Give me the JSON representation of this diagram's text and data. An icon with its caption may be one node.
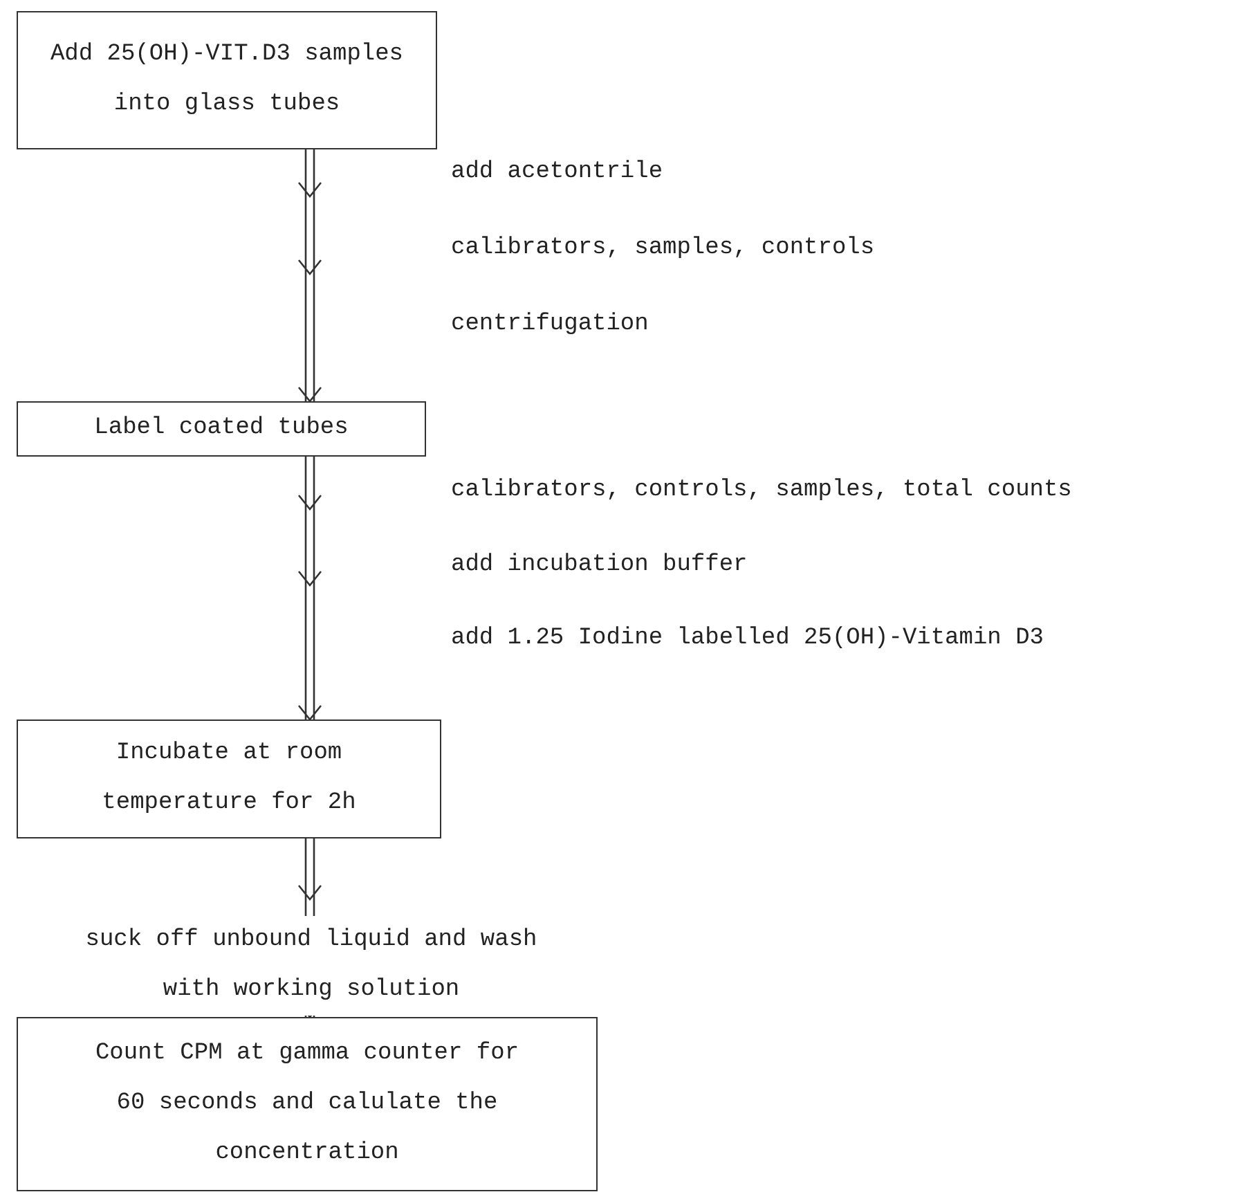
{
  "diagram": {
    "nodes": [
      {
        "text": [
          "Add 25(OH)-VIT.D3 samples into glass tubes"
        ]
      },
      {
        "text": [
          "Label coated tubes"
        ]
      },
      {
        "text": [
          "Incubate at room temperature for 2h"
        ]
      },
      {
        "text": [
          "Count CPM at gamma counter for 60 seconds and calulate the concentration"
        ]
      }
    ],
    "edges": [
      {
        "from": 0,
        "to": 1,
        "arrow": "to"
      },
      {
        "from": 1,
        "to": 2,
        "arrow": "to"
      },
      {
        "from": 2,
        "to": 3,
        "arrow": "to",
        "label": "suck off unbound liquid and wash with working solution"
      }
    ],
    "labels": [
      "add acetontrile",
      "calibrators, samples, controls",
      "centrifugation",
      "calibrators, controls, samples, total counts",
      "add incubation buffer",
      "add 1.25 Iodine labelled 25(OH)-Vitamin D3"
    ]
  }
}
